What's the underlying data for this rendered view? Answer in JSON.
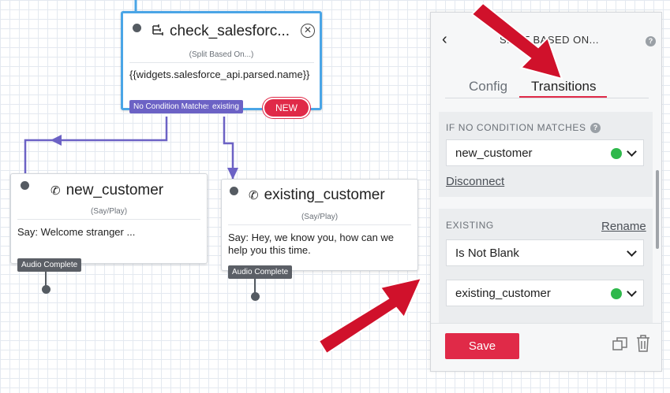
{
  "canvas": {
    "check_widget": {
      "title": "check_salesforc...",
      "subtitle": "(Split Based On...)",
      "expression": "{{widgets.salesforce_api.parsed.name}}",
      "transitions": [
        "No Condition Matches",
        "existing"
      ],
      "new_label": "NEW",
      "icon": "split-icon"
    },
    "new_customer_widget": {
      "title": "new_customer",
      "subtitle": "(Say/Play)",
      "body": "Say: Welcome stranger ...",
      "transition": "Audio Complete",
      "icon": "phone-icon"
    },
    "existing_customer_widget": {
      "title": "existing_customer",
      "subtitle": "(Say/Play)",
      "body": "Say: Hey, we know you, how can we help you this time.",
      "transition": "Audio Complete",
      "icon": "phone-icon"
    }
  },
  "panel": {
    "title": "SPLIT BASED ON...",
    "tabs": [
      "Config",
      "Transitions"
    ],
    "active_tab": "Transitions",
    "no_condition_section": {
      "label": "IF NO CONDITION MATCHES",
      "selected": "new_customer",
      "disconnect_label": "Disconnect"
    },
    "existing_section": {
      "label": "EXISTING",
      "rename_label": "Rename",
      "condition": "Is Not Blank",
      "selected": "existing_customer"
    },
    "save_label": "Save"
  },
  "colors": {
    "accent": "#e02a48",
    "transition_tag": "#6c62c5",
    "selected_border": "#4aa5e6",
    "check": "#2eb84b"
  }
}
